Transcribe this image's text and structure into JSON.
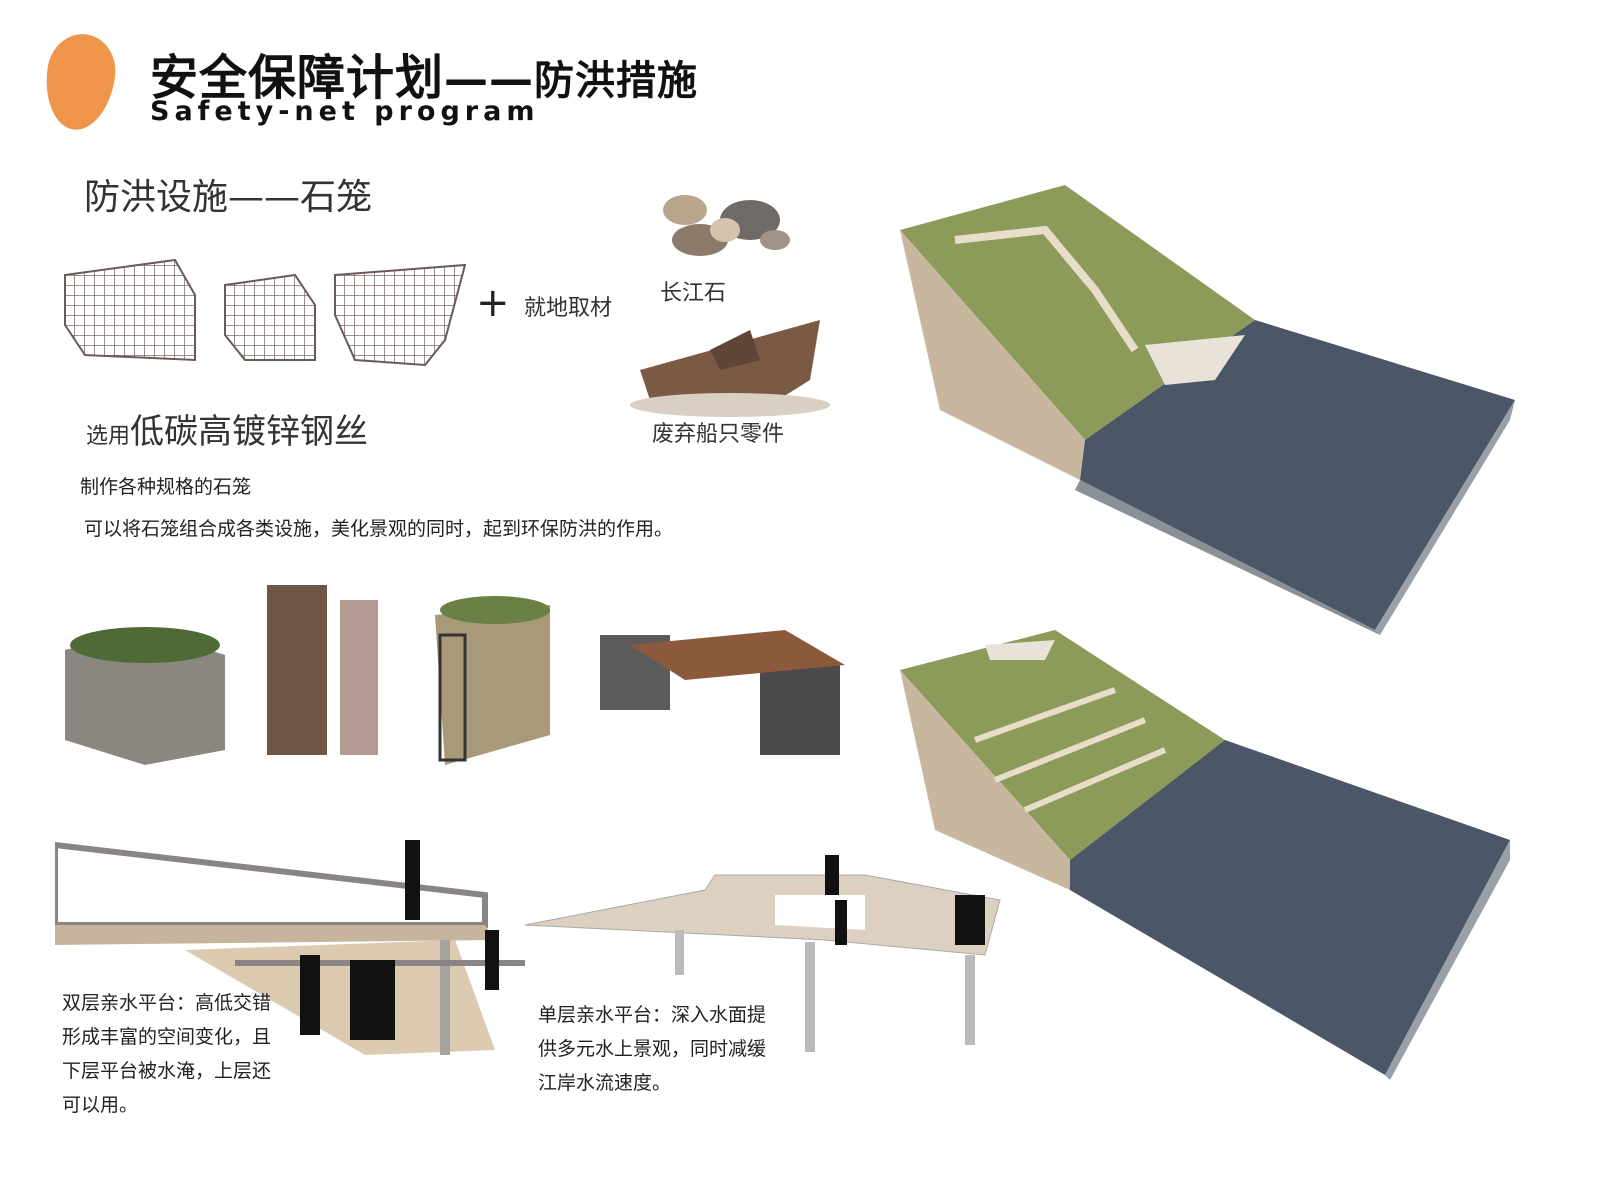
{
  "header": {
    "title": "安全保障计划",
    "title_dash": "——",
    "title_sub": "防洪措施",
    "subtitle": "Safety-net program"
  },
  "section": {
    "title": "防洪设施——石笼"
  },
  "materials": {
    "plus": "+",
    "local": "就地取材",
    "stone": "长江石",
    "ship": "废弃船只零件",
    "wire_prefix": "选用",
    "wire": "低碳高镀锌钢丝"
  },
  "desc": {
    "line1": "制作各种规格的石笼",
    "line2": "可以将石笼组合成各类设施，美化景观的同时，起到环保防洪的作用。"
  },
  "double_platform": {
    "lines": [
      "双层亲水平台：高低交错",
      "形成丰富的空间变化，且",
      "下层平台被水淹，上层还",
      "可以用。"
    ]
  },
  "single_platform": {
    "lines": [
      "单层亲水平台：深入水面提",
      "供多元水上景观，同时减缓",
      "江岸水流速度。"
    ]
  },
  "colors": {
    "accent": "#f0964a",
    "water": "#4b5766",
    "grass": "#8a9a55",
    "soil": "#c9b9a0"
  }
}
